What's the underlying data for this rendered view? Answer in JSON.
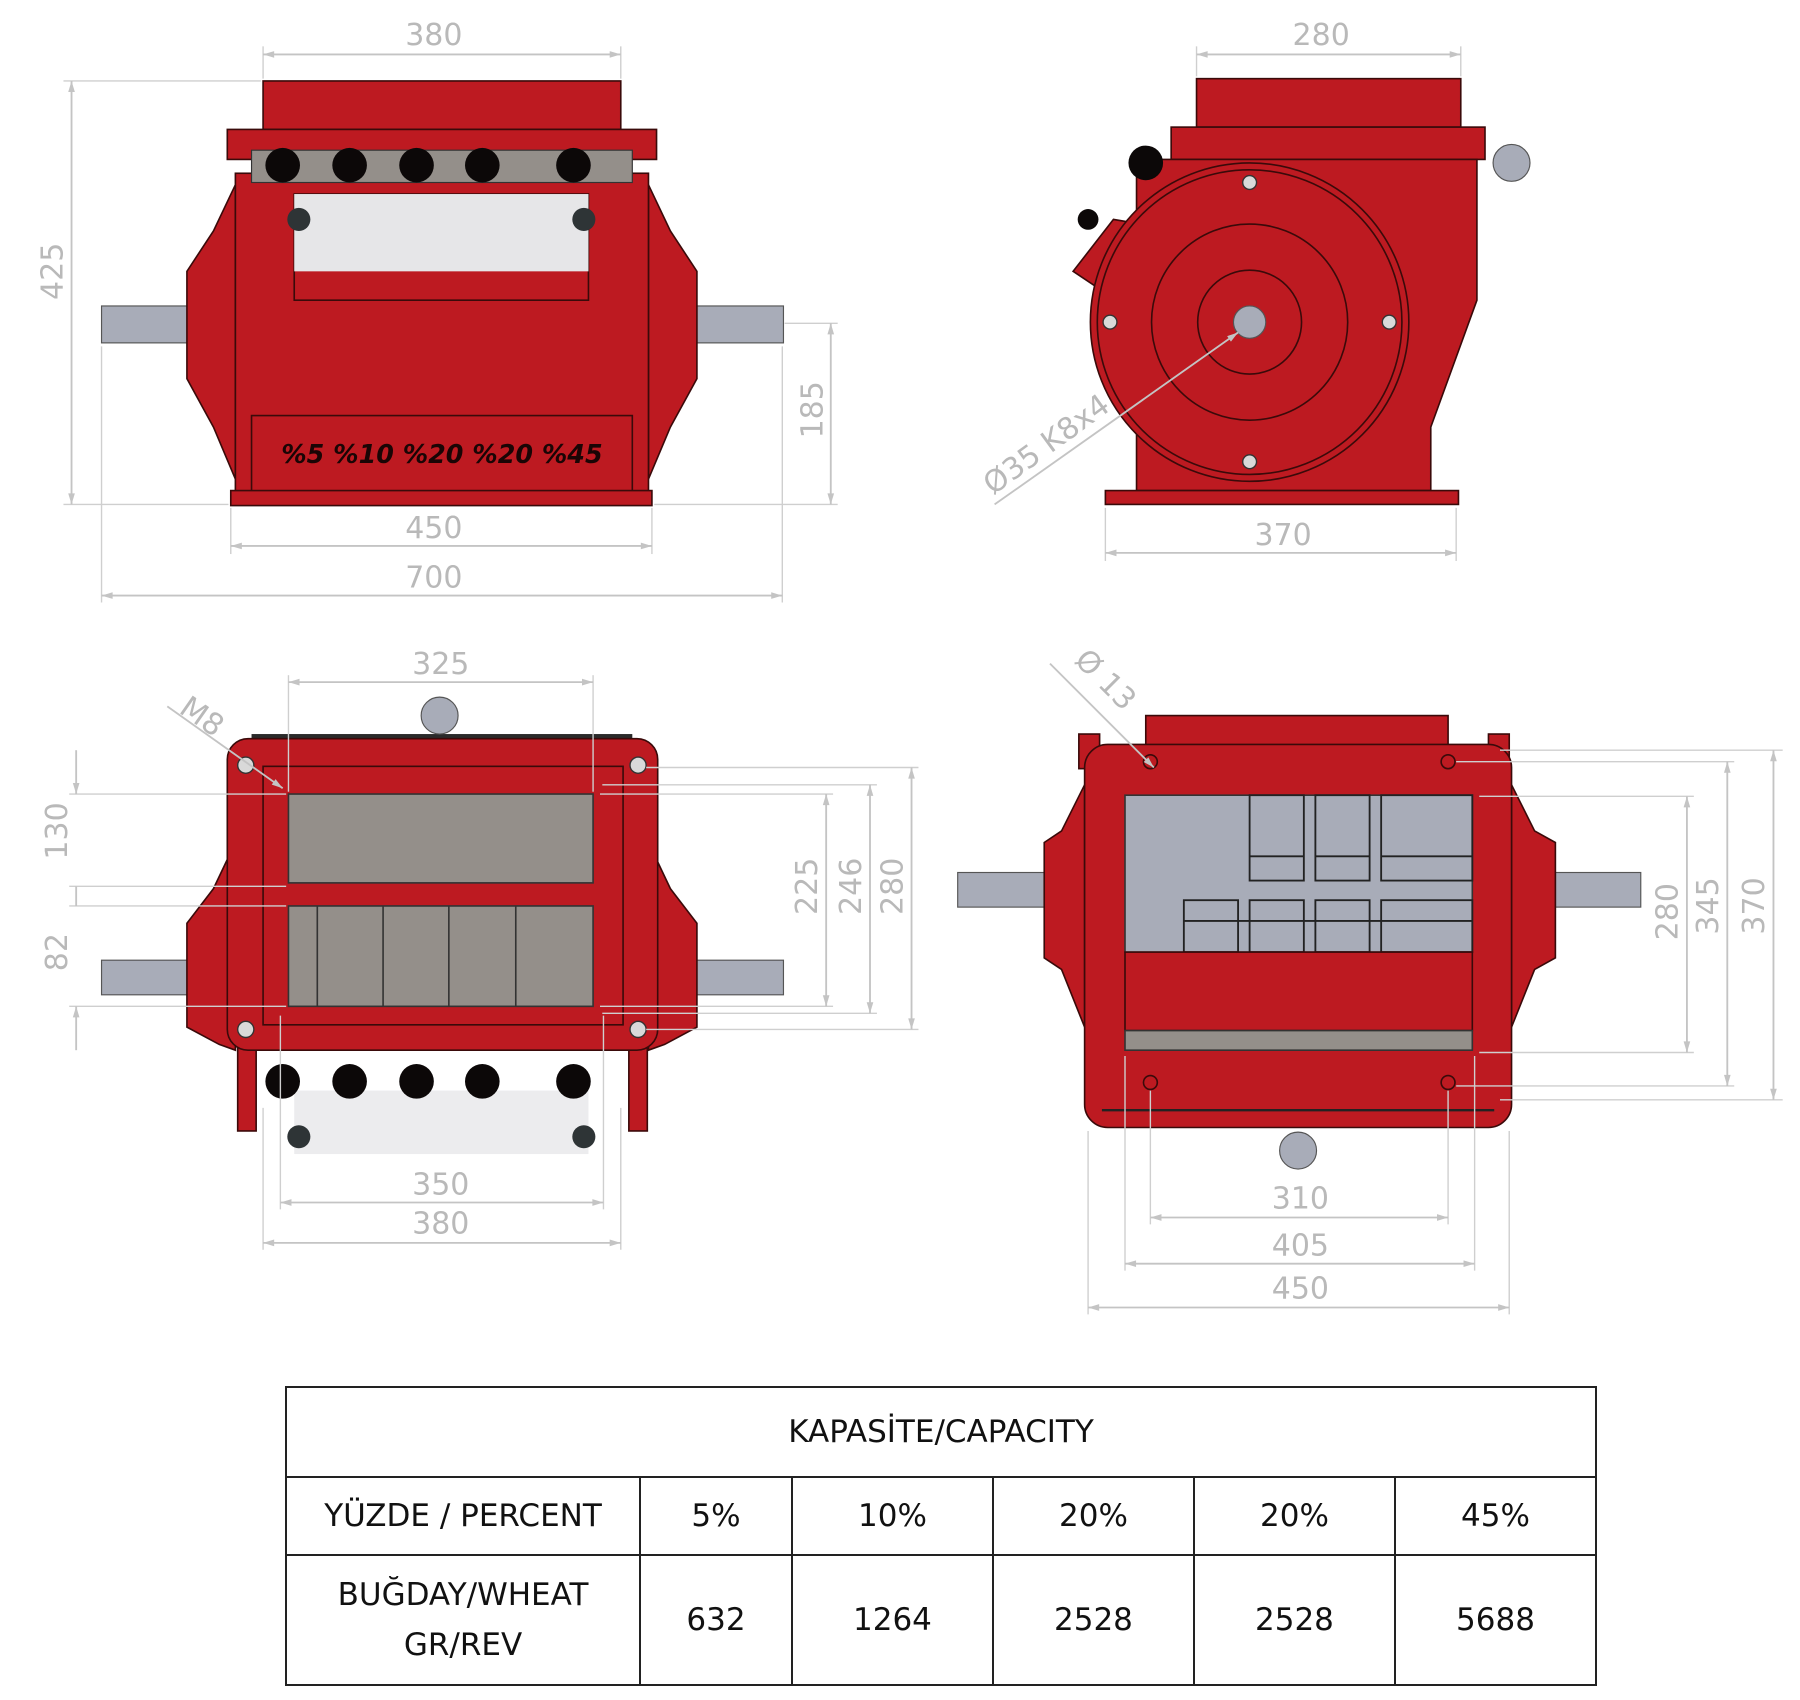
{
  "front_view": {
    "dim_top_width": "380",
    "dim_height": "425",
    "dim_shaft_height": "185",
    "dim_base_width": "450",
    "dim_overall_width": "700",
    "percent_marking": "%5 %10 %20 %20 %45"
  },
  "side_view": {
    "dim_top_width": "280",
    "dim_base_width": "370",
    "shaft_callout": "Ø35 K8x4"
  },
  "bottom_view": {
    "dim_hole_span": "325",
    "thread_callout": "M8",
    "dim_upper_window": "130",
    "dim_lower_window": "82",
    "dim_225": "225",
    "dim_246": "246",
    "dim_280": "280",
    "dim_350": "350",
    "dim_380": "380"
  },
  "top_view": {
    "hole_callout": "Ø 13",
    "dim_280": "280",
    "dim_345": "345",
    "dim_370": "370",
    "dim_310": "310",
    "dim_405": "405",
    "dim_450": "450"
  },
  "capacity_table": {
    "title": "KAPASİTE/CAPACITY",
    "percent_label": "YÜZDE / PERCENT",
    "percents": [
      "5%",
      "10%",
      "20%",
      "20%",
      "45%"
    ],
    "wheat_label_line1": "BUĞDAY/WHEAT",
    "wheat_label_line2": "GR/REV",
    "wheat_values": [
      "632",
      "1264",
      "2528",
      "2528",
      "5688"
    ]
  },
  "colors": {
    "body": "#bd1a21",
    "dimension": "#b9b9b9",
    "shaft": "#a8acb8"
  }
}
